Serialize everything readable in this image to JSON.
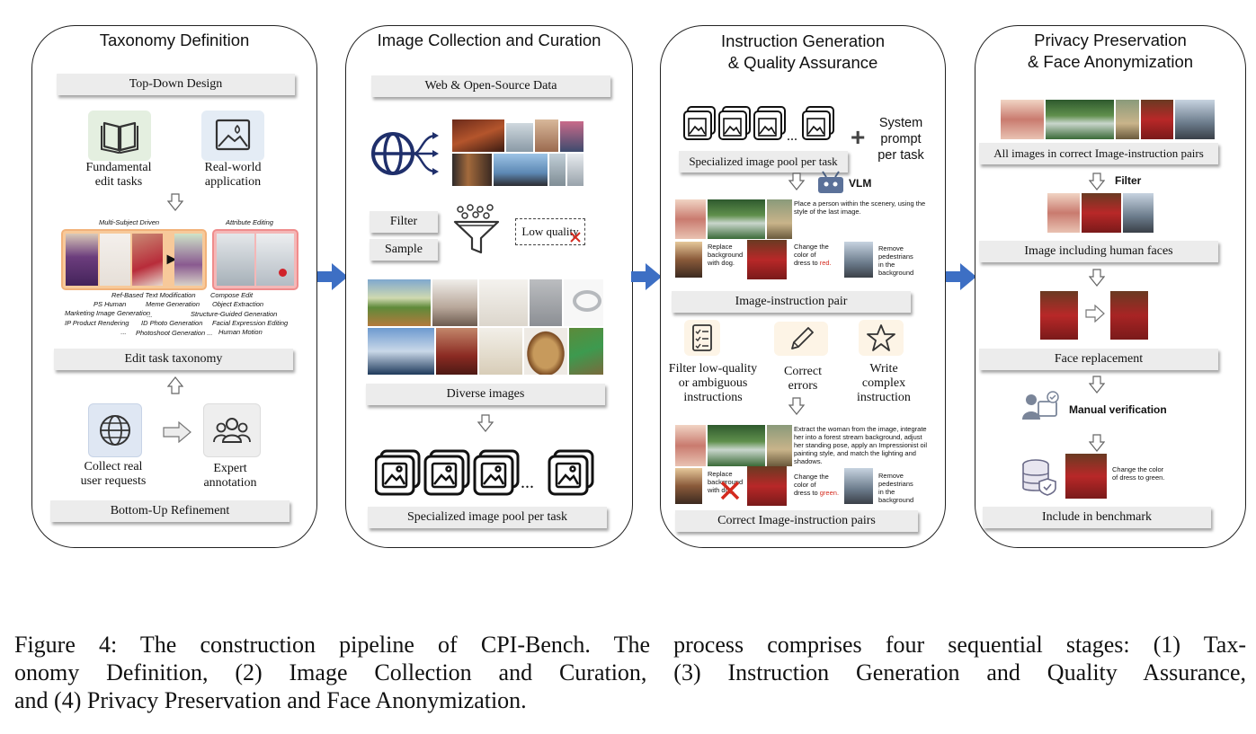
{
  "panels": {
    "p1": {
      "title": "Taxonomy Definition",
      "top_bar": "Top-Down Design",
      "fundamental": [
        "Fundamental",
        "edit tasks"
      ],
      "realworld": [
        "Real-world",
        "application"
      ],
      "multi_subject": "Multi-Subject Driven",
      "attribute_editing": "Attribute Editing",
      "taxonomy_terms": {
        "t1": "Ref-Based Text Modification",
        "t2": "Compose Edit",
        "t3": "PS Human",
        "t4": "Meme Generation",
        "t5": "Object Extraction",
        "t6": "Marketing Image Generation",
        "t7": "Structure-Guided Generation",
        "t8": "...",
        "t9": "IP Product Rendering",
        "t10": "ID Photo Generation",
        "t11": "Facial Expression Editing",
        "t12": "...",
        "t13": "Photoshoot Generation ...",
        "t14": "Human Motion"
      },
      "mid_bar": "Edit task taxonomy",
      "collect": [
        "Collect real",
        "user requests"
      ],
      "expert": [
        "Expert",
        "annotation"
      ],
      "bottom_bar": "Bottom-Up Refinement"
    },
    "p2": {
      "title": "Image Collection and Curation",
      "top_bar": "Web & Open-Source Data",
      "filter": "Filter",
      "sample": "Sample",
      "low_quality": "Low quality",
      "diverse_bar": "Diverse images",
      "ellipsis": "...",
      "bottom_bar": "Specialized image pool per task"
    },
    "p3": {
      "title": [
        "Instruction Generation",
        "& Quality Assurance"
      ],
      "ellipsis": "...",
      "system_prompt": [
        "System",
        "prompt",
        "per task"
      ],
      "pool_bar": "Specialized image pool per task",
      "vlm": "VLM",
      "instr_top": "Place a person within the scenery, using the style of the last image.",
      "replace_dog": [
        "Replace",
        "background",
        "with dog."
      ],
      "change_color_red": [
        "Change the",
        "color of",
        "dress to "
      ],
      "red_word": "red.",
      "remove_ped": [
        "Remove",
        "pedestrians",
        "in the",
        "background"
      ],
      "pair_bar": "Image-instruction pair",
      "filter_lq": [
        "Filter low-quality",
        "or ambiguous",
        "instructions"
      ],
      "correct": [
        "Correct",
        "errors"
      ],
      "write": [
        "Write",
        "complex",
        "instruction"
      ],
      "instr_long": "Extract the woman from the image, integrate her into a forest stream background, adjust her standing pose, apply an Impressionist oil painting style, and match the lighting and shadows.",
      "replace_dog2": [
        "Replace",
        "background",
        "with dog."
      ],
      "change_color_green": [
        "Change the",
        "color of",
        "dress to "
      ],
      "green_word": "green.",
      "remove_ped2": [
        "Remove",
        "pedestrians",
        "in the",
        "background"
      ],
      "bottom_bar": "Correct Image-instruction pairs"
    },
    "p4": {
      "title": [
        "Privacy Preservation",
        "& Face Anonymization"
      ],
      "all_bar": "All images in correct Image-instruction pairs",
      "filter": "Filter",
      "faces_bar": "Image including human faces",
      "replace_bar": "Face replacement",
      "manual": "Manual verification",
      "change_green": [
        "Change the color",
        "of dress to green."
      ],
      "bottom_bar": "Include in benchmark"
    }
  },
  "caption": [
    "Figure 4: The construction pipeline of CPI-Bench. The process comprises four sequential stages: (1) Tax-",
    "onomy Definition, (2) Image Collection and Curation, (3) Instruction Generation and Quality Assurance,",
    "and (4) Privacy Preservation and Face Anonymization."
  ],
  "colors": {
    "arrow_blue": "#3d6fc4",
    "multi_subject_frame": "#f2b27a",
    "attribute_frame": "#ef8c8c",
    "globe_navy": "#1f2f6b",
    "error_red": "#d42a1e",
    "green_text": "#2f8f2f"
  },
  "icons": [
    "book-icon",
    "image-icon",
    "globe-icon",
    "group-icon",
    "funnel-icon",
    "checklist-icon",
    "pencil-icon",
    "star-icon",
    "robot-icon",
    "database-shield-icon",
    "person-check-icon"
  ]
}
